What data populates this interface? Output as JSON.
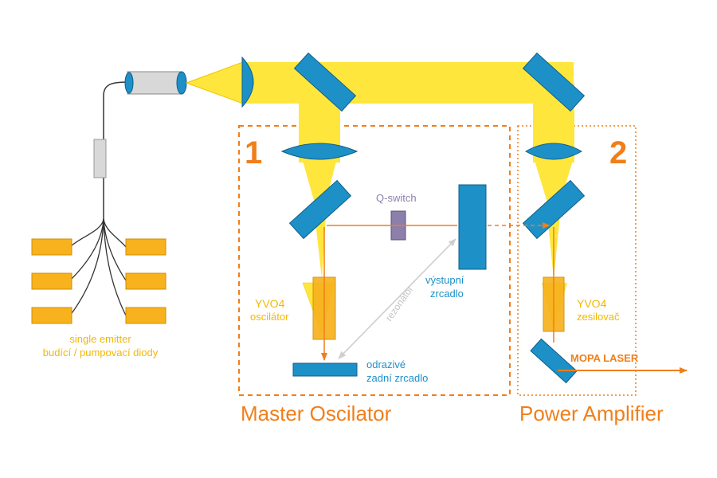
{
  "colors": {
    "beam": "#ffe63c",
    "beam_edge": "#f2c400",
    "optic": "#1e90c8",
    "crystal": "#f7b21e",
    "arrow": "#f07f1a",
    "qswitch": "#8c7fab",
    "diode": "#f7b21e",
    "fiber": "#333333",
    "collimator": "#d8d8d8"
  },
  "labels": {
    "section1_number": "1",
    "section2_number": "2",
    "master_oscillator": "Master Oscilator",
    "power_amplifier": "Power Amplifier",
    "q_switch": "Q-switch",
    "output_mirror_line1": "výstupní",
    "output_mirror_line2": "zrcadlo",
    "resonator": "rezonátor",
    "crystal1_line1": "YVO4",
    "crystal1_line2": "oscilátor",
    "crystal2_line1": "YVO4",
    "crystal2_line2": "zesilovač",
    "back_mirror_line1": "odrazivé",
    "back_mirror_line2": "zadní zrcadlo",
    "mopa_laser": "MOPA LASER",
    "diodes_line1": "single emitter",
    "diodes_line2": "budící / pumpovací diody"
  },
  "icons": {
    "diode_bar": "diode-bar-icon",
    "fiber_collimator": "collimator-icon",
    "lens": "lens-icon",
    "mirror": "mirror-icon"
  }
}
